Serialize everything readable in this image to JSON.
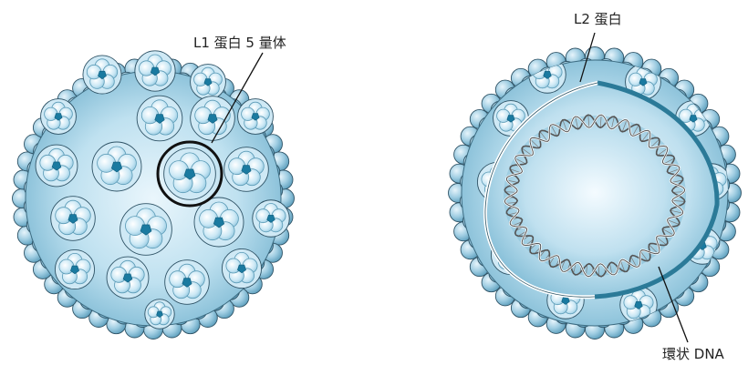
{
  "figure": {
    "labels": {
      "l1_pentamer": "L1 蛋白 5 量体",
      "l2_protein": "L2 蛋白",
      "circular_dna": "環状 DNA"
    }
  },
  "colors": {
    "sphere_light": "#eaf6fc",
    "sphere_mid": "#a9d6ea",
    "sphere_dark": "#5ea5c3",
    "capsomere_center": "#1a7aa0",
    "outline": "#2d4f62",
    "l2_band": "#2b7a98",
    "dna_strand": "#555555"
  }
}
